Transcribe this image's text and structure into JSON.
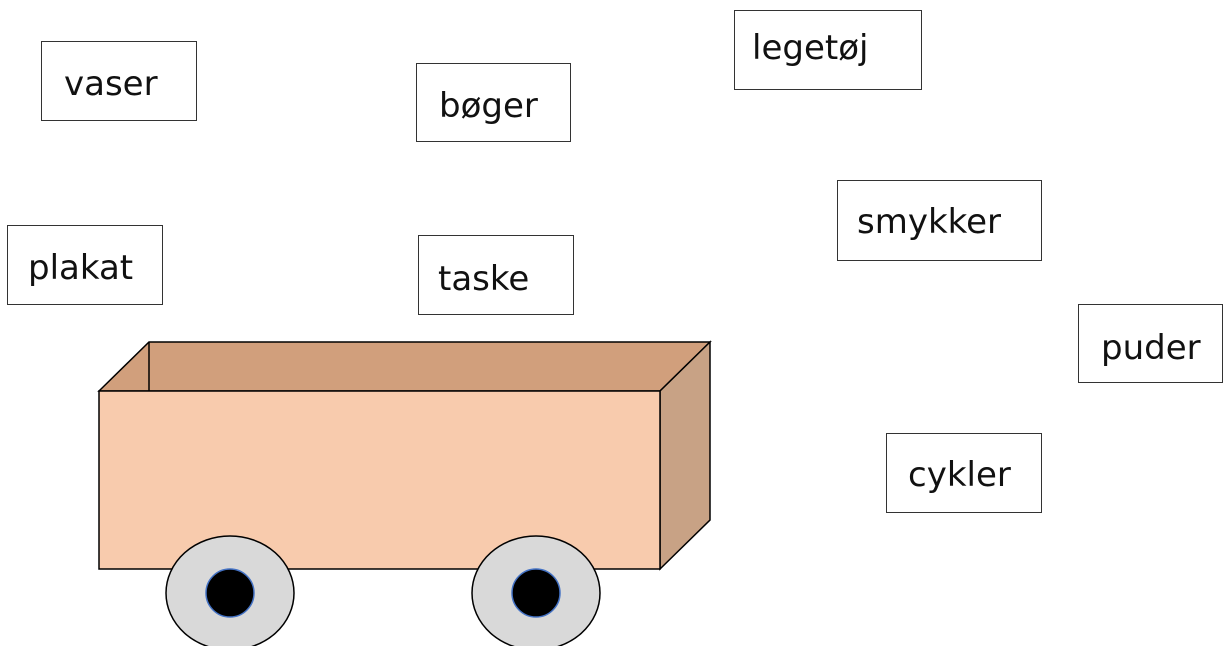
{
  "words": {
    "vaser": "vaser",
    "boger": "bøger",
    "legetoj": "legetøj",
    "plakat": "plakat",
    "taske": "taske",
    "smykker": "smykker",
    "puder": "puder",
    "cykler": "cykler"
  },
  "colors": {
    "cart_front": "#f8cbad",
    "cart_inner": "#d19f7c",
    "cart_side": "#c8a285",
    "wheel_rim": "#d9d9d9",
    "wheel_hub": "#000000",
    "hub_outline": "#4472c4",
    "outline": "#000000"
  }
}
